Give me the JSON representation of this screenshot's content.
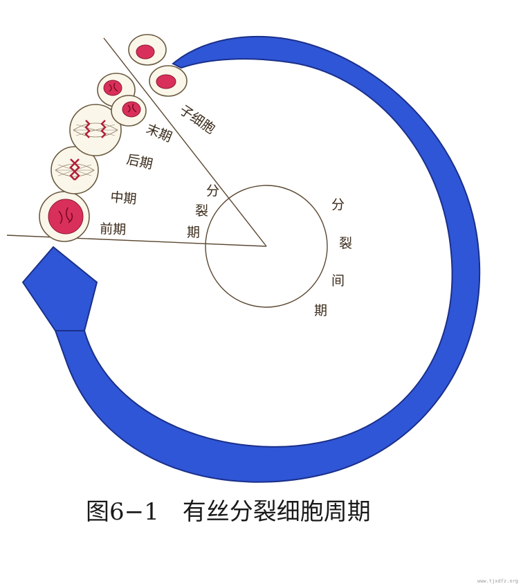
{
  "labels": {
    "daughter_cells": "子细胞",
    "telophase": "末期",
    "anaphase": "后期",
    "metaphase": "中期",
    "prophase": "前期",
    "mitotic_phase": [
      "分",
      "裂",
      "期"
    ],
    "interphase": [
      "分",
      "裂",
      "间",
      "期"
    ]
  },
  "caption": "图6−1　有丝分裂细胞周期",
  "watermark": "www.tjxdfz.org",
  "colors": {
    "arrow": "#2f56d6",
    "arrow_edge": "#1a2f8a",
    "line": "#5a4630",
    "cell_fill": "#fbf6ea",
    "cell_edge": "#6a5a40",
    "nucleus": "#d8305a",
    "chromosome": "#b0203a",
    "spindle": "#8a7a60"
  }
}
